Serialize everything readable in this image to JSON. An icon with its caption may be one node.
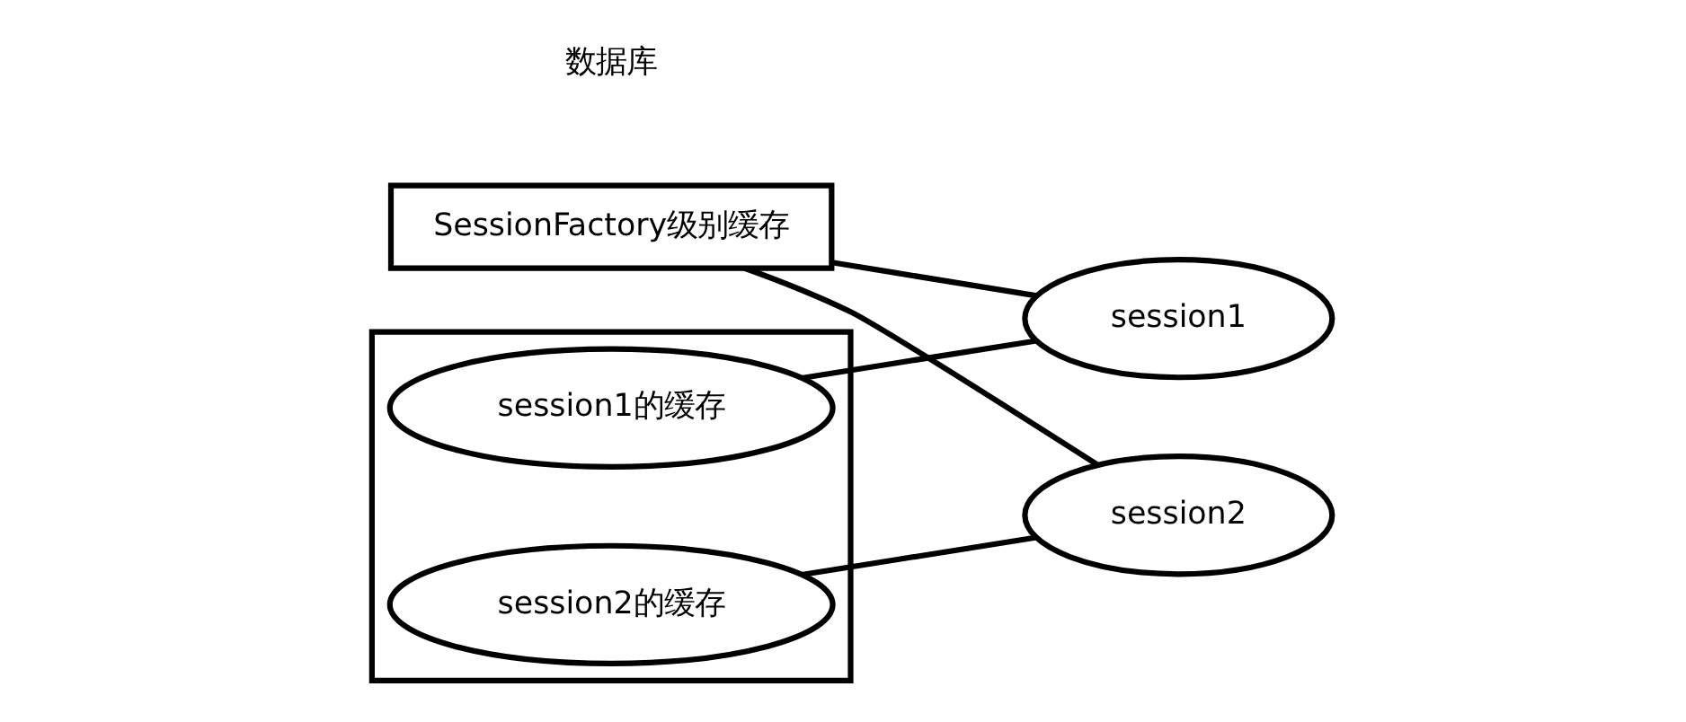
{
  "diagram": {
    "nodes": [
      {
        "text": [
          "SessionFactory级别缓存"
        ]
      },
      {
        "text": [],
        "shape": "box"
      },
      {
        "text": [
          "session1的缓存"
        ],
        "in": 1
      },
      {
        "text": [
          "session2的缓存"
        ],
        "in": 1
      },
      {
        "text": [
          "session1"
        ]
      },
      {
        "text": [
          "session2"
        ]
      }
    ],
    "edges": [
      {
        "from": 0,
        "to": 4,
        "arrow": "none"
      },
      {
        "from": 2,
        "to": 4,
        "arrow": "none"
      },
      {
        "from": 0,
        "to": 5,
        "arrow": "none"
      },
      {
        "from": 3,
        "to": 5,
        "arrow": "none"
      }
    ],
    "labels": [
      "数据库"
    ]
  }
}
